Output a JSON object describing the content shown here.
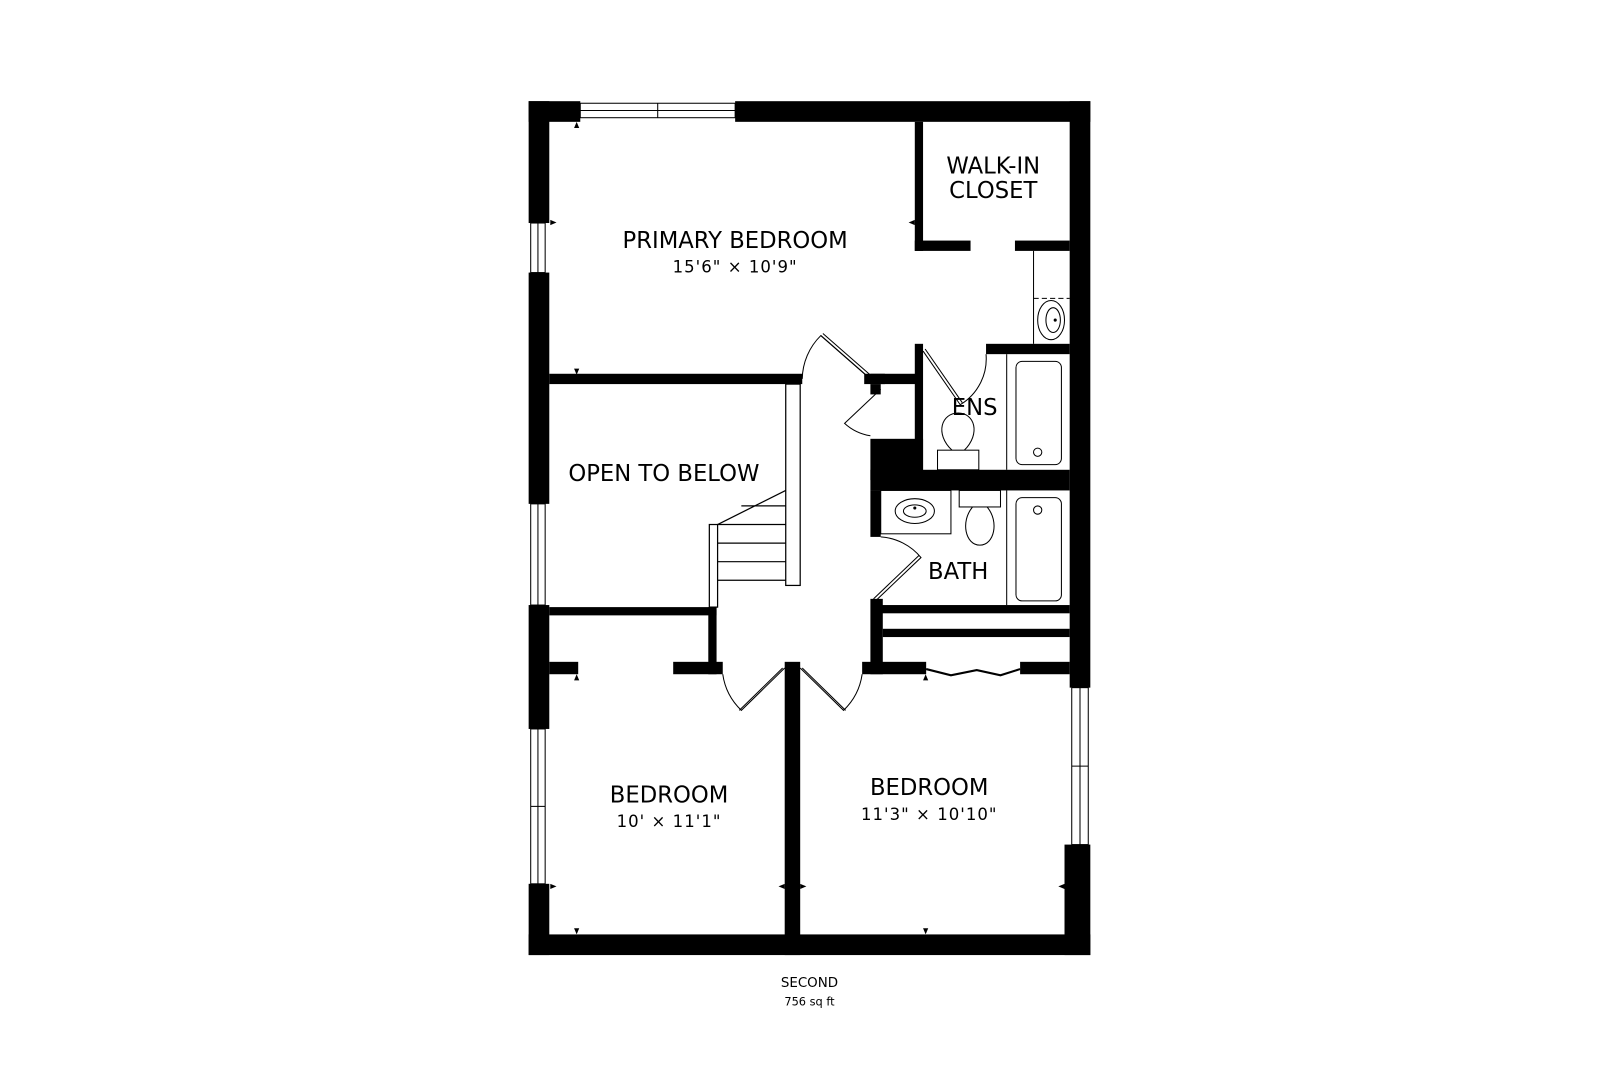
{
  "floor": {
    "name": "SECOND",
    "area": "756 sq ft"
  },
  "rooms": {
    "primary_bedroom": {
      "label": "PRIMARY BEDROOM",
      "dims": "15'6\" × 10'9\""
    },
    "walk_in_closet": {
      "label_line1": "WALK-IN",
      "label_line2": "CLOSET"
    },
    "ensuite": {
      "label": "ENS"
    },
    "open_to_below": {
      "label": "OPEN TO BELOW"
    },
    "bath": {
      "label": "BATH"
    },
    "bedroom_left": {
      "label": "BEDROOM",
      "dims": "10' × 11'1\""
    },
    "bedroom_right": {
      "label": "BEDROOM",
      "dims": "11'3\" × 10'10\""
    }
  },
  "colors": {
    "wall": "#000000",
    "background": "#ffffff"
  }
}
